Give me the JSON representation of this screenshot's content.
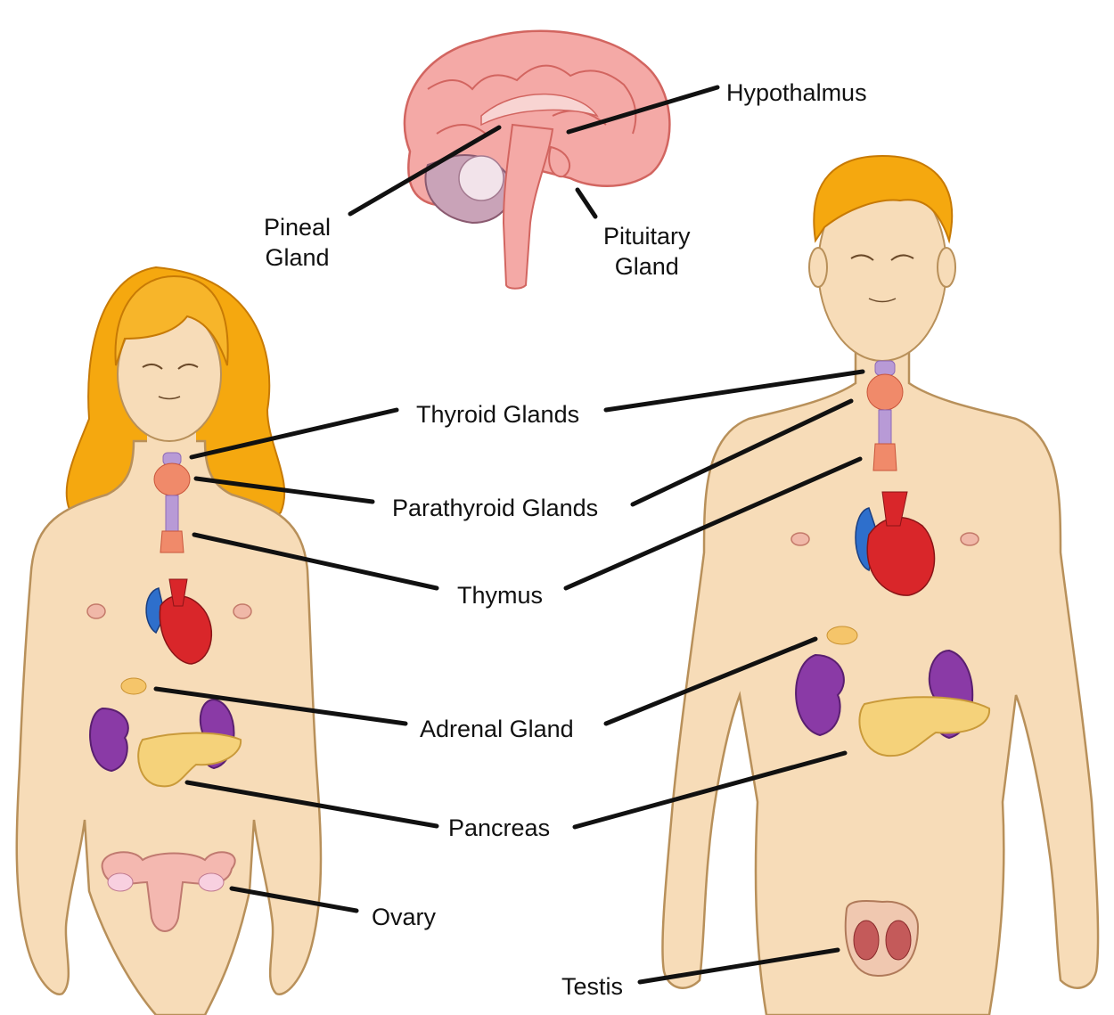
{
  "labels": {
    "hypothalmus": "Hypothalmus",
    "pineal_line1": "Pineal",
    "pineal_line2": "Gland",
    "pituitary_line1": "Pituitary",
    "pituitary_line2": "Gland",
    "thyroid": "Thyroid Glands",
    "parathyroid": "Parathyroid Glands",
    "thymus": "Thymus",
    "adrenal": "Adrenal Gland",
    "pancreas": "Pancreas",
    "ovary": "Ovary",
    "testis": "Testis"
  },
  "colors": {
    "background": "#ffffff",
    "skin": "#f7dcb8",
    "skin_outline": "#b8905a",
    "hair": "#f5a80f",
    "brain": "#f4a9a6",
    "heart_red": "#d9262a",
    "heart_blue": "#2e6fcc",
    "kidney": "#8a3aa6",
    "pancreas": "#f5d27a",
    "thyroid": "#f08a6a",
    "thymus_purple": "#b89ad6",
    "leader_line": "#111111"
  }
}
